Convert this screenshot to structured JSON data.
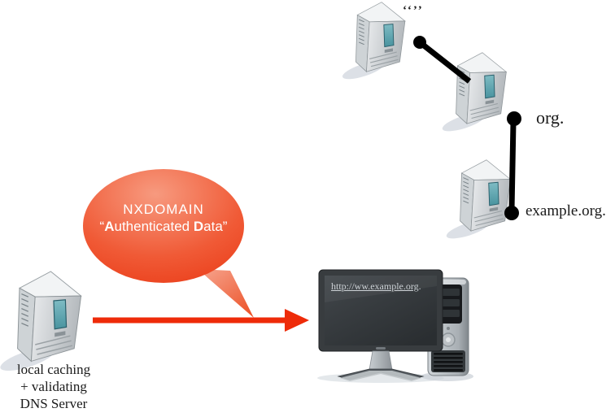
{
  "hierarchy": {
    "root_label": "‘‘’’",
    "org_label": "org.",
    "example_label": "example.org."
  },
  "bubble": {
    "line1": "NXDOMAIN",
    "quote_open": "“",
    "bold_a": "A",
    "mid": "uthenticated ",
    "bold_d": "D",
    "end": "ata",
    "quote_close": "”"
  },
  "resolver_label": {
    "line1": "local caching",
    "line2": "+ validating",
    "line3": "DNS Server"
  },
  "client_screen": {
    "url": "http://ww.example.org",
    "period": "."
  },
  "colors": {
    "arrow_red": "#ee2b09",
    "connector_black": "#000000",
    "bubble_top": "#f79a7f",
    "bubble_mid": "#f05a36",
    "bubble_bottom": "#e93511",
    "tail_light": "#f6a28b",
    "tail_dark": "#ec5228",
    "server_screen_teal_light": "#7fbcc4",
    "server_screen_teal_dark": "#49939f"
  }
}
